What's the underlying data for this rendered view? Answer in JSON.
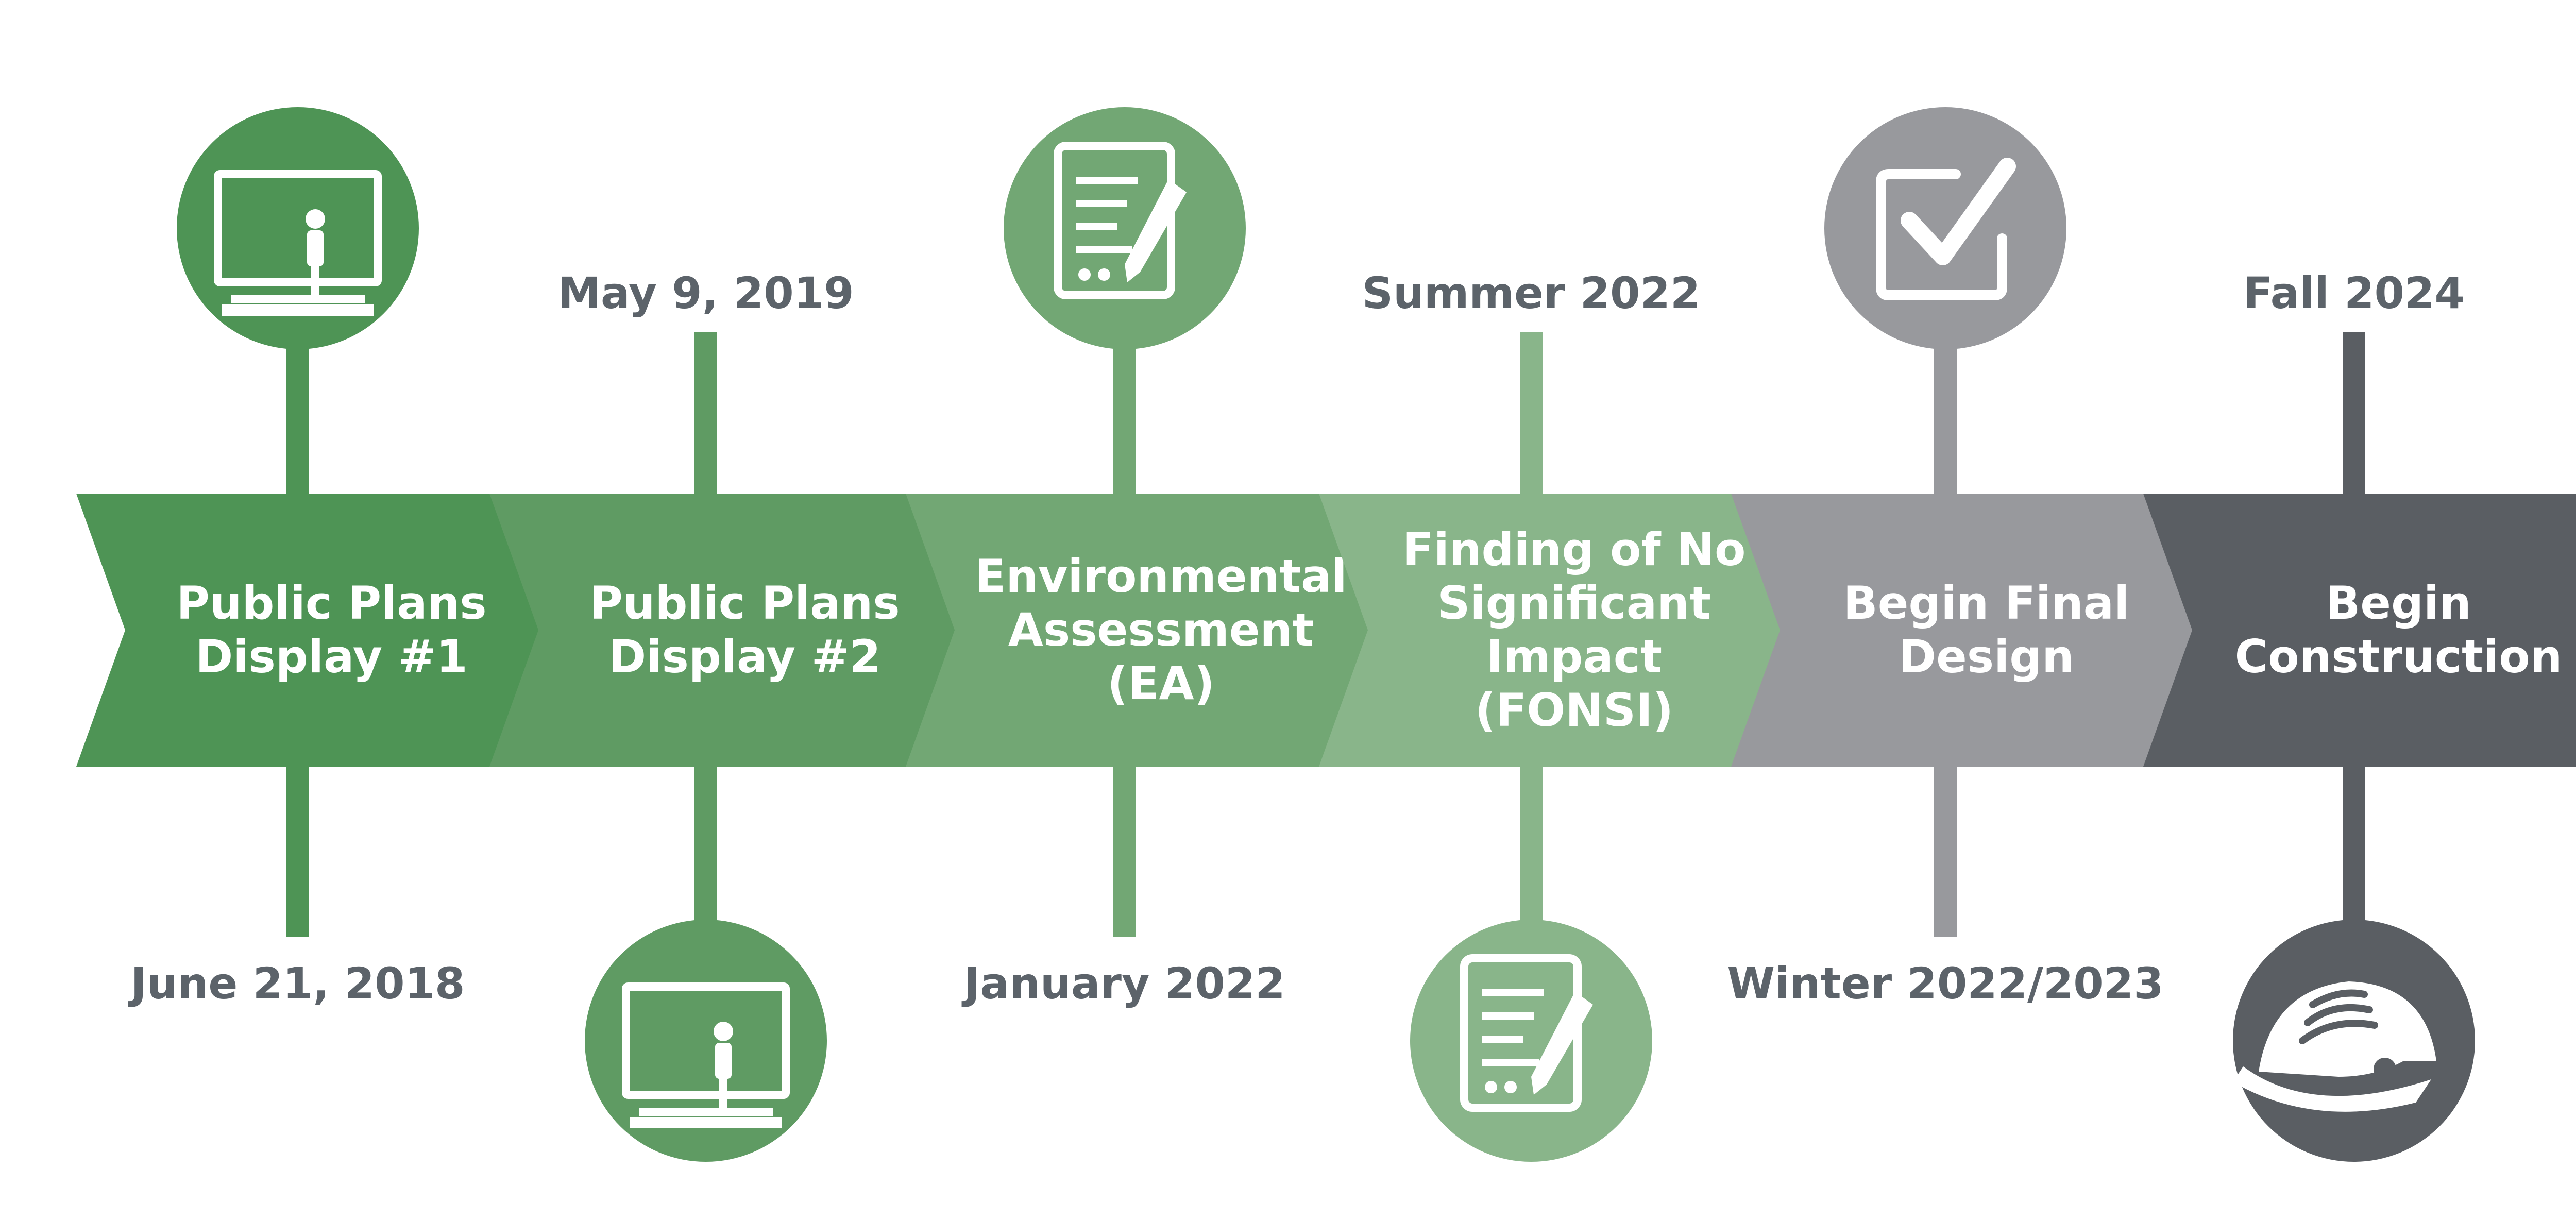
{
  "colors": {
    "step1": "#4e9455",
    "step2": "#5f9b63",
    "step3": "#72a774",
    "step4": "#89b58a",
    "step5": "#98999d",
    "step6": "#5a5e63",
    "date_text": "#5c636a",
    "icon_fg": "#ffffff"
  },
  "steps": [
    {
      "lines": [
        "Public Plans",
        "Display #1"
      ],
      "date": "June 21, 2018",
      "icon": "presentation-board-icon",
      "icon_position": "top"
    },
    {
      "lines": [
        "Public Plans",
        "Display #2"
      ],
      "date": "May 9, 2019",
      "icon": "presentation-board-icon",
      "icon_position": "bottom"
    },
    {
      "lines": [
        "Environmental",
        "Assessment",
        "(EA)"
      ],
      "date": "January 2022",
      "icon": "document-edit-icon",
      "icon_position": "top"
    },
    {
      "lines": [
        "Finding of No",
        "Significant",
        "Impact",
        "(FONSI)"
      ],
      "date": "Summer 2022",
      "icon": "document-edit-icon",
      "icon_position": "bottom"
    },
    {
      "lines": [
        "Begin Final",
        "Design"
      ],
      "date": "Winter 2022/2023",
      "icon": "checkbox-icon",
      "icon_position": "top"
    },
    {
      "lines": [
        "Begin",
        "Construction"
      ],
      "date": "Fall 2024",
      "icon": "hard-hat-icon",
      "icon_position": "bottom"
    }
  ]
}
